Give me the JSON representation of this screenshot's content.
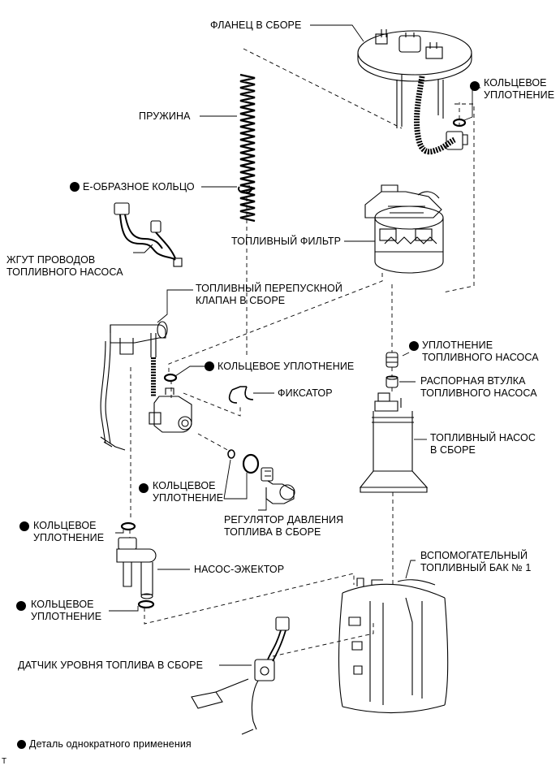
{
  "labels": {
    "flange": "ФЛАНЕЦ В СБОРЕ",
    "o_ring_top_1": "КОЛЬЦЕВОЕ",
    "o_ring_top_2": "УПЛОТНЕНИЕ",
    "spring": "ПРУЖИНА",
    "e_ring": "Е-ОБРАЗНОЕ КОЛЬЦО",
    "harness_1": "ЖГУТ ПРОВОДОВ",
    "harness_2": "ТОПЛИВНОГО НАСОСА",
    "fuel_filter": "ТОПЛИВНЫЙ ФИЛЬТР",
    "bypass_1": "ТОПЛИВНЫЙ ПЕРЕПУСКНОЙ",
    "bypass_2": "КЛАПАН В СБОРЕ",
    "pump_seal_1": "УПЛОТНЕНИЕ",
    "pump_seal_2": "ТОПЛИВНОГО НАСОСА",
    "o_ring_mid": "КОЛЬЦЕВОЕ УПЛОТНЕНИЕ",
    "spacer_1": "РАСПОРНАЯ ВТУЛКА",
    "spacer_2": "ТОПЛИВНОГО НАСОСА",
    "retainer": "ФИКСАТОР",
    "pump_1": "ТОПЛИВНЫЙ НАСОС",
    "pump_2": "В СБОРЕ",
    "o_ring_reg_1": "КОЛЬЦЕВОЕ",
    "o_ring_reg_2": "УПЛОТНЕНИЕ",
    "regulator_1": "РЕГУЛЯТОР ДАВЛЕНИЯ",
    "regulator_2": "ТОПЛИВА В СБОРЕ",
    "o_ring_left_1": "КОЛЬЦЕВОЕ",
    "o_ring_left_2": "УПЛОТНЕНИЕ",
    "jet_pump": "НАСОС-ЭЖЕКТОР",
    "sub_tank_1": "ВСПОМОГАТЕЛЬНЫЙ",
    "sub_tank_2": "ТОПЛИВНЫЙ БАК № 1",
    "o_ring_bottom_1": "КОЛЬЦЕВОЕ",
    "o_ring_bottom_2": "УПЛОТНЕНИЕ",
    "sender": "ДАТЧИК УРОВНЯ ТОПЛИВА В СБОРЕ"
  },
  "legend": "Деталь однократного применения",
  "corner_mark": "T"
}
